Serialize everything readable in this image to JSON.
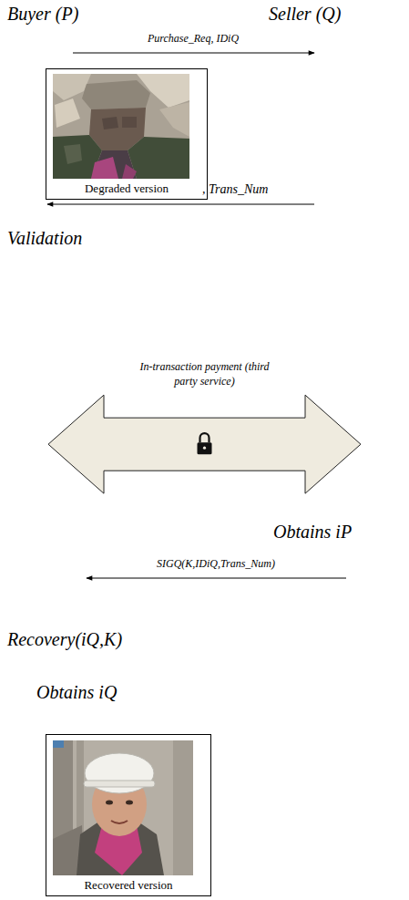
{
  "diagram": {
    "nodes": [
      {
        "text": [
          "Degraded version"
        ]
      },
      {
        "text": [
          "In-transaction payment (third party service)"
        ]
      },
      {
        "text": [
          "Recovered version"
        ]
      }
    ],
    "labels": [
      "Buyer (P)",
      "Seller (Q)",
      "Purchase_Req, IDiQ",
      ", Trans_Num",
      "Validation",
      "Obtains iP",
      "SIGQ(K,IDiQ,Trans_Num)",
      "Recovery(iQ,K)",
      "Obtains iQ"
    ]
  }
}
